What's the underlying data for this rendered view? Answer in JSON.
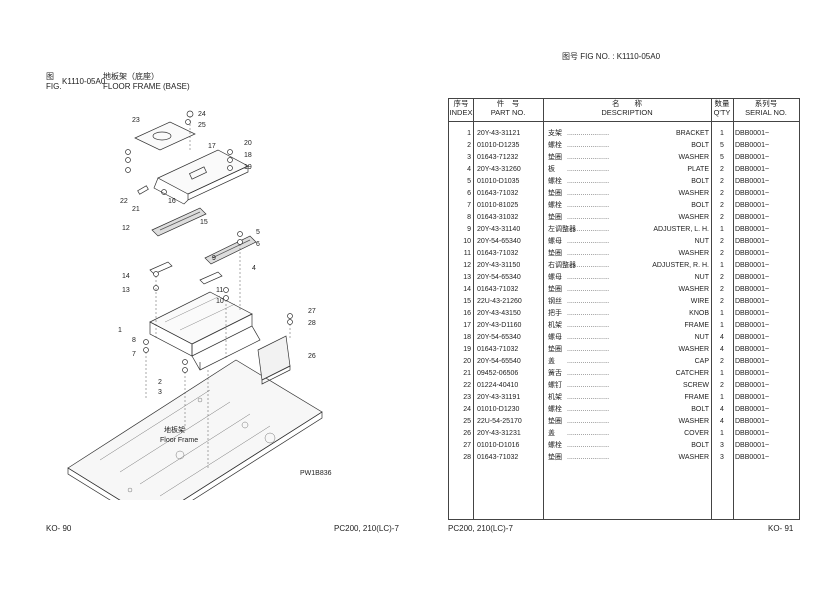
{
  "left_page": {
    "fig_label_cn": "图",
    "fig_label_en": "FIG.",
    "fig_no": "K1110-05A0",
    "title_cn": "地板架（底座）",
    "title_en": "FLOOR FRAME (BASE)",
    "diagram_caption_cn": "地板架",
    "diagram_caption_en": "Floor Frame",
    "drawing_code": "PW1B836",
    "callouts": [
      "1",
      "2",
      "3",
      "4",
      "5",
      "6",
      "7",
      "8",
      "9",
      "10",
      "11",
      "12",
      "13",
      "14",
      "15",
      "16",
      "17",
      "18",
      "19",
      "20",
      "21",
      "22",
      "23",
      "24",
      "25",
      "26",
      "27",
      "28"
    ],
    "footer_page": "KO- 90",
    "footer_model": "PC200, 210(LC)-7"
  },
  "right_page": {
    "header_label_cn": "图号",
    "header_label_en": "FIG NO.",
    "header_sep": ":",
    "header_fig_no": "K1110-05A0",
    "table_headers": {
      "index_cn": "序号",
      "index_en": "INDEX",
      "part_cn": "件　号",
      "part_en": "PART NO.",
      "desc_cn": "名　　称",
      "desc_en": "DESCRIPTION",
      "qty_cn": "数量",
      "qty_en": "Q'TY",
      "serial_cn": "系列号",
      "serial_en": "SERIAL NO."
    },
    "rows": [
      {
        "index": "1",
        "part": "20Y-43-31121",
        "cn": "支架",
        "en": "BRACKET",
        "qty": "1",
        "serial": "DBB0001~"
      },
      {
        "index": "2",
        "part": "01010-D1235",
        "cn": "螺栓",
        "en": "BOLT",
        "qty": "5",
        "serial": "DBB0001~"
      },
      {
        "index": "3",
        "part": "01643-71232",
        "cn": "垫圈",
        "en": "WASHER",
        "qty": "5",
        "serial": "DBB0001~"
      },
      {
        "index": "4",
        "part": "20Y-43-31260",
        "cn": "板",
        "en": "PLATE",
        "qty": "2",
        "serial": "DBB0001~"
      },
      {
        "index": "5",
        "part": "01010-D1035",
        "cn": "螺栓",
        "en": "BOLT",
        "qty": "2",
        "serial": "DBB0001~"
      },
      {
        "index": "6",
        "part": "01643-71032",
        "cn": "垫圈",
        "en": "WASHER",
        "qty": "2",
        "serial": "DBB0001~"
      },
      {
        "index": "7",
        "part": "01010-81025",
        "cn": "螺栓",
        "en": "BOLT",
        "qty": "2",
        "serial": "DBB0001~"
      },
      {
        "index": "8",
        "part": "01643-31032",
        "cn": "垫圈",
        "en": "WASHER",
        "qty": "2",
        "serial": "DBB0001~"
      },
      {
        "index": "9",
        "part": "20Y-43-31140",
        "cn": "左调整器",
        "en": "ADJUSTER, L. H.",
        "qty": "1",
        "serial": "DBB0001~"
      },
      {
        "index": "10",
        "part": "20Y-54-65340",
        "cn": "螺母",
        "en": "NUT",
        "qty": "2",
        "serial": "DBB0001~"
      },
      {
        "index": "11",
        "part": "01643-71032",
        "cn": "垫圈",
        "en": "WASHER",
        "qty": "2",
        "serial": "DBB0001~"
      },
      {
        "index": "12",
        "part": "20Y-43-31150",
        "cn": "右调整器",
        "en": "ADJUSTER, R. H.",
        "qty": "1",
        "serial": "DBB0001~"
      },
      {
        "index": "13",
        "part": "20Y-54-65340",
        "cn": "螺母",
        "en": "NUT",
        "qty": "2",
        "serial": "DBB0001~"
      },
      {
        "index": "14",
        "part": "01643-71032",
        "cn": "垫圈",
        "en": "WASHER",
        "qty": "2",
        "serial": "DBB0001~"
      },
      {
        "index": "15",
        "part": "22U-43-21260",
        "cn": "钢丝",
        "en": "WIRE",
        "qty": "2",
        "serial": "DBB0001~"
      },
      {
        "index": "16",
        "part": "20Y-43-43150",
        "cn": "把手",
        "en": "KNOB",
        "qty": "1",
        "serial": "DBB0001~"
      },
      {
        "index": "17",
        "part": "20Y-43-D1160",
        "cn": "机架",
        "en": "FRAME",
        "qty": "1",
        "serial": "DBB0001~"
      },
      {
        "index": "18",
        "part": "20Y-54-65340",
        "cn": "螺母",
        "en": "NUT",
        "qty": "4",
        "serial": "DBB0001~"
      },
      {
        "index": "19",
        "part": "01643-71032",
        "cn": "垫圈",
        "en": "WASHER",
        "qty": "4",
        "serial": "DBB0001~"
      },
      {
        "index": "20",
        "part": "20Y-54-65540",
        "cn": "盖",
        "en": "CAP",
        "qty": "2",
        "serial": "DBB0001~"
      },
      {
        "index": "21",
        "part": "09452-06506",
        "cn": "簧舌",
        "en": "CATCHER",
        "qty": "1",
        "serial": "DBB0001~"
      },
      {
        "index": "22",
        "part": "01224-40410",
        "cn": "螺钉",
        "en": "SCREW",
        "qty": "2",
        "serial": "DBB0001~"
      },
      {
        "index": "23",
        "part": "20Y-43-31191",
        "cn": "机架",
        "en": "FRAME",
        "qty": "1",
        "serial": "DBB0001~"
      },
      {
        "index": "24",
        "part": "01010-D1230",
        "cn": "螺栓",
        "en": "BOLT",
        "qty": "4",
        "serial": "DBB0001~"
      },
      {
        "index": "25",
        "part": "22U-54-25170",
        "cn": "垫圈",
        "en": "WASHER",
        "qty": "4",
        "serial": "DBB0001~"
      },
      {
        "index": "26",
        "part": "20Y-43-31231",
        "cn": "盖",
        "en": "COVER",
        "qty": "1",
        "serial": "DBB0001~"
      },
      {
        "index": "27",
        "part": "01010-D1016",
        "cn": "螺栓",
        "en": "BOLT",
        "qty": "3",
        "serial": "DBB0001~"
      },
      {
        "index": "28",
        "part": "01643-71032",
        "cn": "垫圈",
        "en": "WASHER",
        "qty": "3",
        "serial": "DBB0001~"
      }
    ],
    "footer_model": "PC200, 210(LC)-7",
    "footer_page": "KO- 91"
  }
}
